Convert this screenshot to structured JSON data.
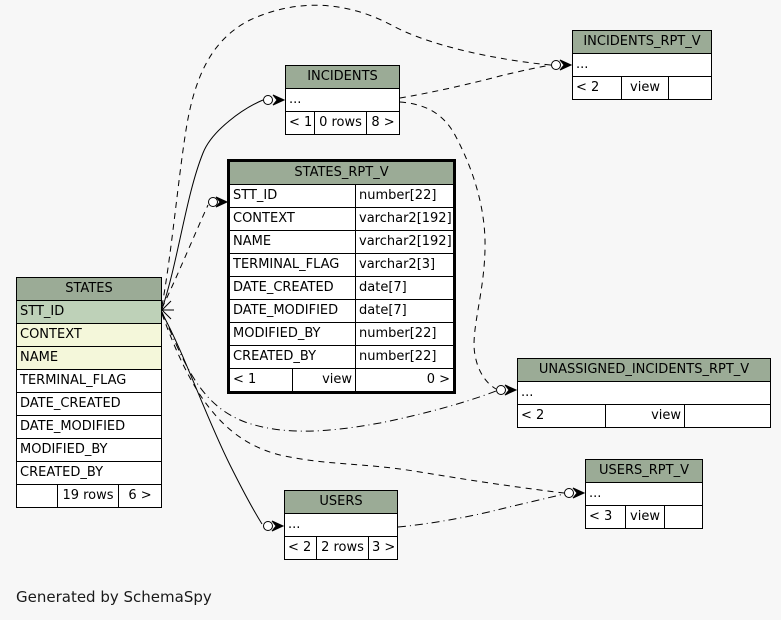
{
  "page": {
    "generator_label": "Generated by SchemaSpy"
  },
  "colors": {
    "background": "#f7f7f7",
    "table_header": "#9bab96",
    "primary_key_row": "#bed1b8",
    "indexed_row": "#f4f7da",
    "table_body": "#ffffff",
    "line": "#000000"
  },
  "tables": {
    "incidents_rpt_v": {
      "title": "INCIDENTS_RPT_V",
      "ellipsis": "...",
      "footer": {
        "left": "< 2",
        "center": "view",
        "right": ""
      }
    },
    "incidents": {
      "title": "INCIDENTS",
      "ellipsis": "...",
      "footer": {
        "left": "< 1",
        "center": "0 rows",
        "right": "8 >"
      }
    },
    "states_rpt_v": {
      "title": "STATES_RPT_V",
      "columns": [
        {
          "name": "STT_ID",
          "type": "number[22]"
        },
        {
          "name": "CONTEXT",
          "type": "varchar2[192]"
        },
        {
          "name": "NAME",
          "type": "varchar2[192]"
        },
        {
          "name": "TERMINAL_FLAG",
          "type": "varchar2[3]"
        },
        {
          "name": "DATE_CREATED",
          "type": "date[7]"
        },
        {
          "name": "DATE_MODIFIED",
          "type": "date[7]"
        },
        {
          "name": "MODIFIED_BY",
          "type": "number[22]"
        },
        {
          "name": "CREATED_BY",
          "type": "number[22]"
        }
      ],
      "footer": {
        "left": "< 1",
        "center": "view",
        "right": "0 >"
      }
    },
    "states": {
      "title": "STATES",
      "columns": [
        {
          "name": "STT_ID"
        },
        {
          "name": "CONTEXT"
        },
        {
          "name": "NAME"
        },
        {
          "name": "TERMINAL_FLAG"
        },
        {
          "name": "DATE_CREATED"
        },
        {
          "name": "DATE_MODIFIED"
        },
        {
          "name": "MODIFIED_BY"
        },
        {
          "name": "CREATED_BY"
        }
      ],
      "footer": {
        "left": "",
        "center": "19 rows",
        "right": "6 >"
      }
    },
    "unassigned_incidents_rpt_v": {
      "title": "UNASSIGNED_INCIDENTS_RPT_V",
      "ellipsis": "...",
      "footer": {
        "left": "< 2",
        "center": "view",
        "right": ""
      }
    },
    "users_rpt_v": {
      "title": "USERS_RPT_V",
      "ellipsis": "...",
      "footer": {
        "left": "< 3",
        "center": "view",
        "right": ""
      }
    },
    "users": {
      "title": "USERS",
      "ellipsis": "...",
      "footer": {
        "left": "< 2",
        "center": "2 rows",
        "right": "3 >"
      }
    }
  },
  "relationships": [
    {
      "from": "STATES",
      "to": "INCIDENTS",
      "style": "solid"
    },
    {
      "from": "STATES",
      "to": "USERS",
      "style": "solid"
    },
    {
      "from": "STATES",
      "to": "STATES_RPT_V",
      "style": "dashed"
    },
    {
      "from": "STATES",
      "to": "INCIDENTS_RPT_V",
      "style": "dashed"
    },
    {
      "from": "STATES",
      "to": "UNASSIGNED_INCIDENTS_RPT_V",
      "style": "dash-dot"
    },
    {
      "from": "STATES",
      "to": "USERS_RPT_V",
      "style": "dashed"
    },
    {
      "from": "INCIDENTS",
      "to": "INCIDENTS_RPT_V",
      "style": "dashed"
    },
    {
      "from": "INCIDENTS",
      "to": "UNASSIGNED_INCIDENTS_RPT_V",
      "style": "dashed"
    },
    {
      "from": "USERS",
      "to": "USERS_RPT_V",
      "style": "dash-dot"
    }
  ]
}
